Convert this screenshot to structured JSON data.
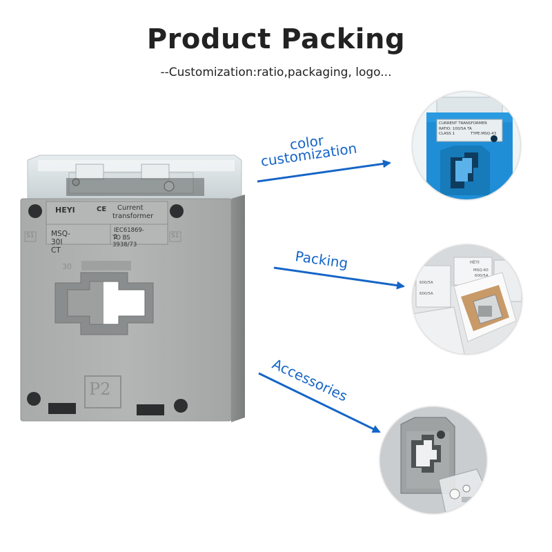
{
  "header": {
    "title": "Product Packing",
    "subtitle": "--Customization:ratio,packaging, logo..."
  },
  "product": {
    "brand": "HEYI",
    "ce_mark": "CE",
    "type_label_line1": "Current",
    "type_label_line2": "transformer",
    "model": "MSQ-30I CT",
    "standard_line1": "IEC61869-2",
    "standard_line2": "TO BS 3938/73",
    "terminal_s1": "S1",
    "terminal_s2": "S1",
    "aperture_size": "30",
    "terminal_p2": "P2"
  },
  "callouts": [
    {
      "label_line1": "color",
      "label_line2": "customization"
    },
    {
      "label_line1": "Packing"
    },
    {
      "label_line1": "Accessories"
    }
  ],
  "colors": {
    "accent_blue": "#1565c7",
    "ct_body_gray": "#a9acab",
    "ct_blue": "#1f8ed6"
  },
  "circles": {
    "blue_ct": {
      "label_line1": "CURRENT TRANSFORMER",
      "label_line2": "RATIO: 100/5A  TA",
      "label_line3": "CLASS 1",
      "label_line4": "TYPE:MSQ-43"
    },
    "packing": {
      "brand": "HEYI",
      "box_label_1": "MSQ-60",
      "box_label_2": "600/5A",
      "box_label_3": "600/5A",
      "box_label_4": "600/5A"
    }
  }
}
